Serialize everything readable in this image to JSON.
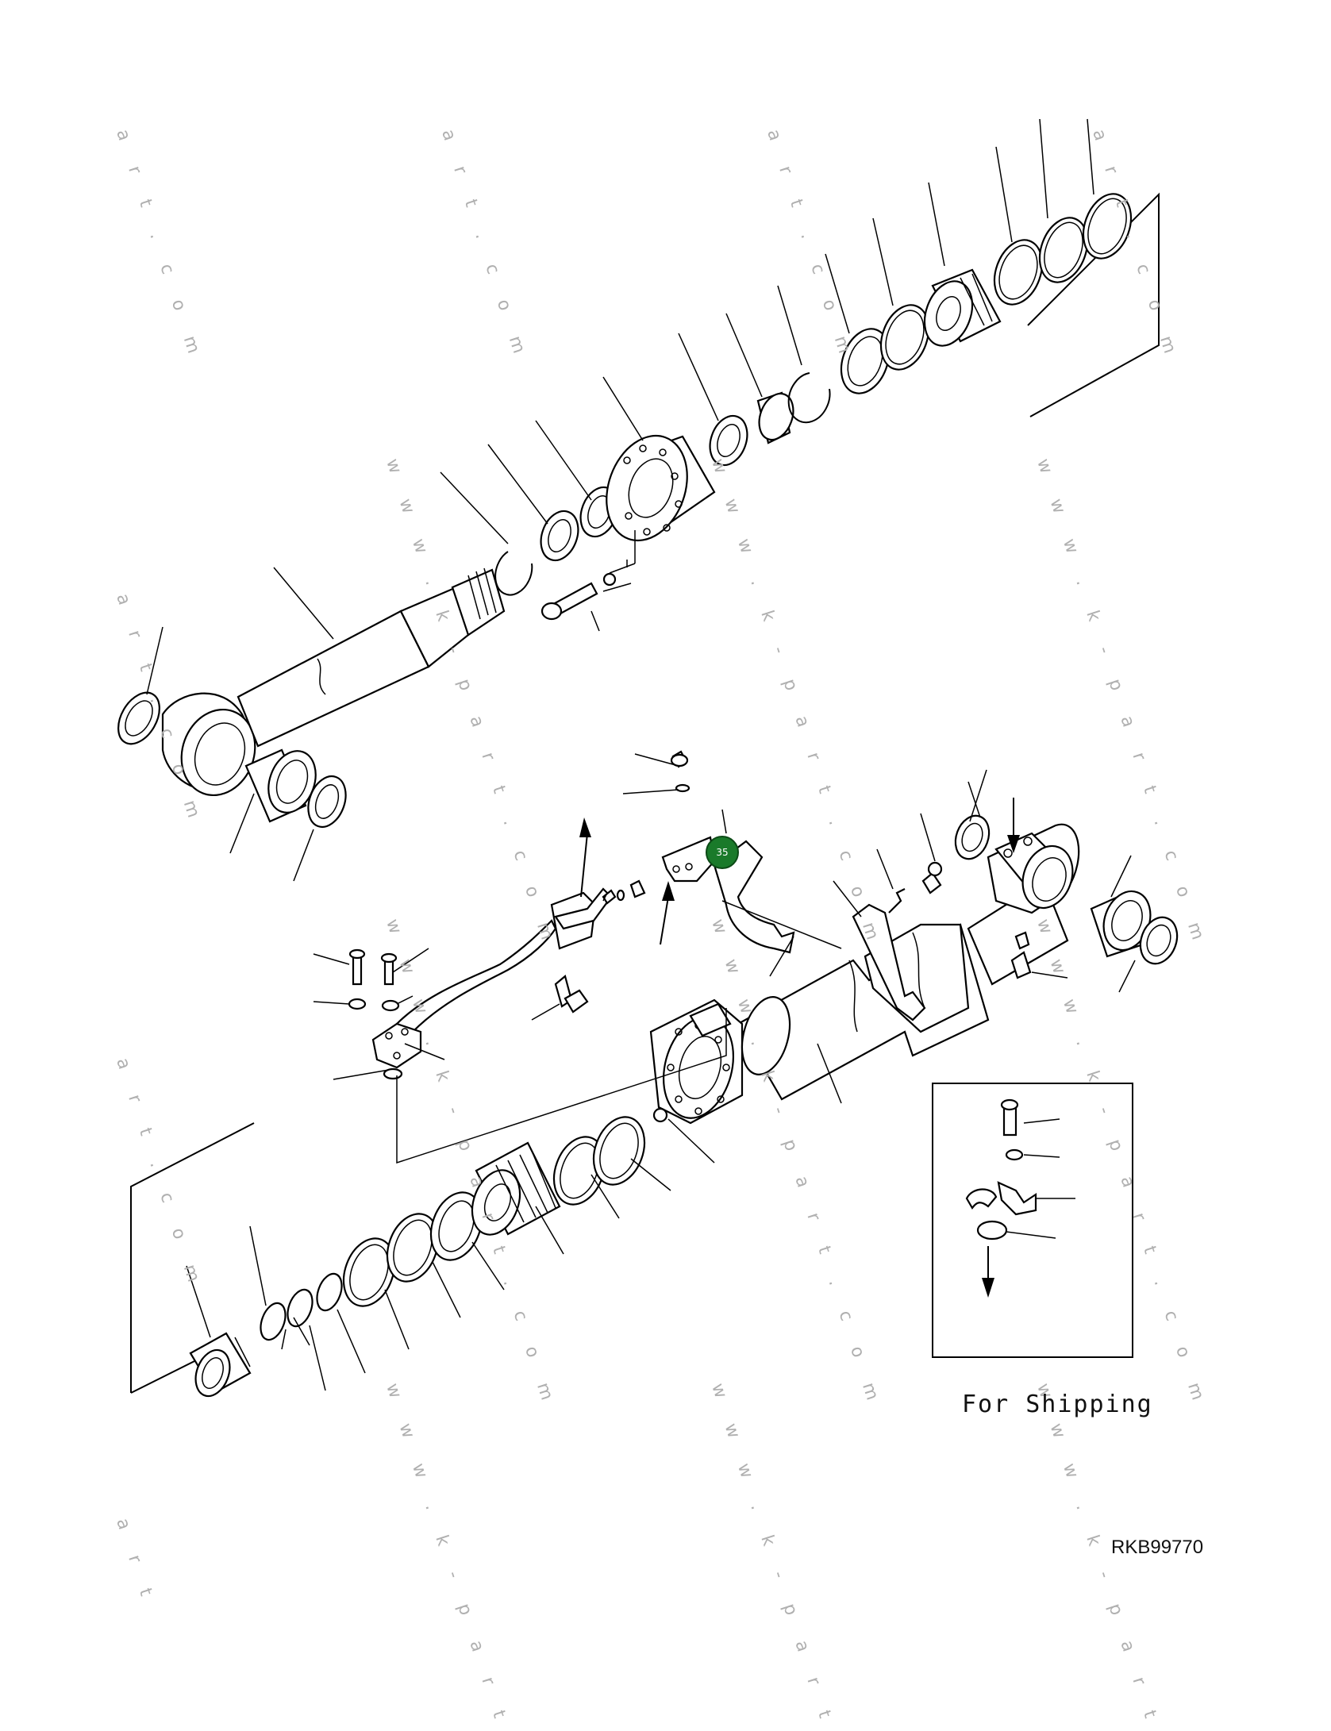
{
  "diagram": {
    "callout": {
      "number": "35",
      "color": "#1a7a2a"
    },
    "caption": "For Shipping",
    "drawing_number": "RKB99770",
    "watermarks": [
      "a r t . c o m",
      "w w w . k - p a r t . c o m",
      "w w w . k - p a r t",
      "a r t"
    ]
  }
}
